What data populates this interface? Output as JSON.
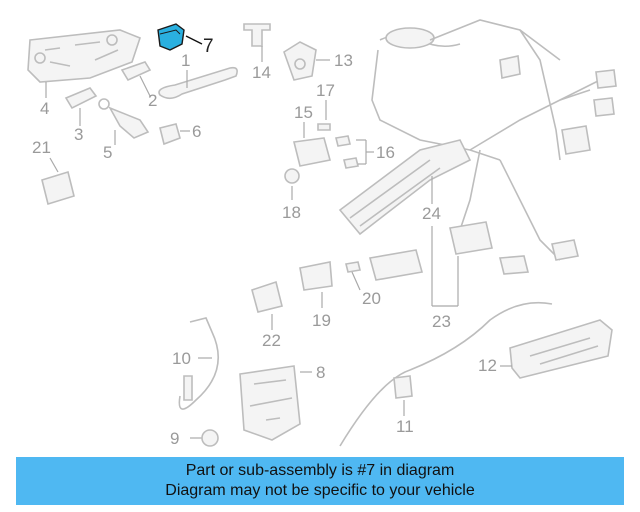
{
  "callouts": {
    "p1": "1",
    "p2": "2",
    "p3": "3",
    "p4": "4",
    "p5": "5",
    "p6": "6",
    "p7": "7",
    "p8": "8",
    "p9": "9",
    "p10": "10",
    "p11": "11",
    "p12": "12",
    "p13": "13",
    "p14": "14",
    "p15": "15",
    "p16": "16",
    "p17": "17",
    "p18": "18",
    "p19": "19",
    "p20": "20",
    "p21": "21",
    "p22": "22",
    "p23": "23",
    "p24": "24"
  },
  "highlight": {
    "part": "7",
    "color": "#2ab0e0"
  },
  "banner": {
    "line1": "Part or sub-assembly is #7 in diagram",
    "line2": "Diagram may not be specific to your vehicle",
    "color": "#4fb8f2"
  }
}
